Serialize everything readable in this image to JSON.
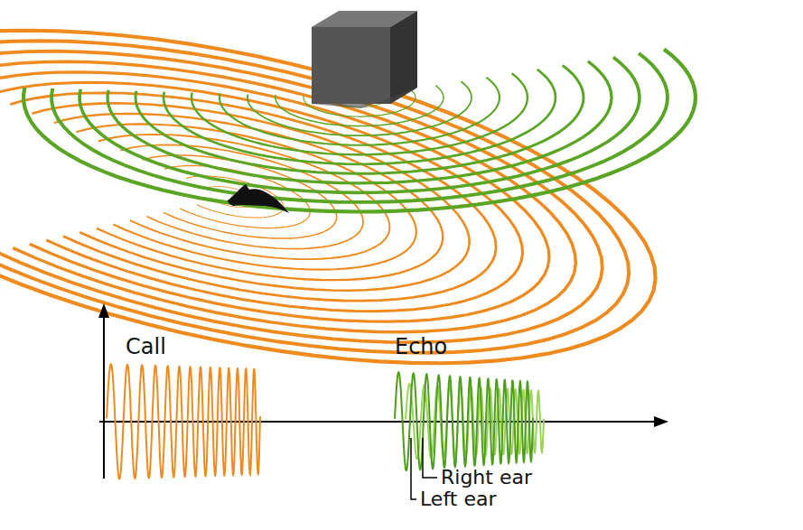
{
  "diagram": {
    "labels": [
      "Call",
      "Echo",
      "Right ear",
      "Left ear"
    ]
  }
}
